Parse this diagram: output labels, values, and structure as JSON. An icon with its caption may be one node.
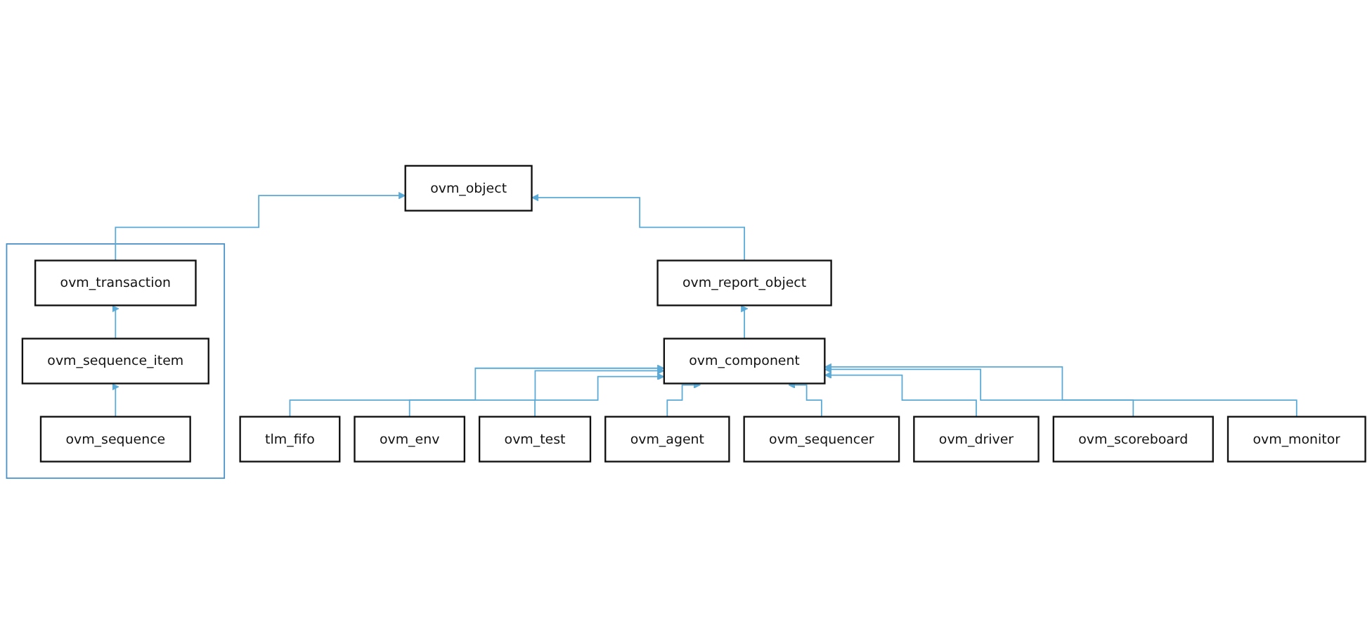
{
  "diagram": {
    "nodes": [
      {
        "text": [],
        "shape": "box"
      },
      {
        "text": [
          "ovm_transaction"
        ],
        "in": 0
      },
      {
        "text": [
          "ovm_sequence_item"
        ],
        "in": 0
      },
      {
        "text": [
          "ovm_sequence"
        ],
        "in": 0
      },
      {
        "text": [
          "ovm_object"
        ]
      },
      {
        "text": [
          "ovm_report_object"
        ]
      },
      {
        "text": [
          "tlm_fifo"
        ]
      },
      {
        "text": [
          "ovm_component"
        ]
      },
      {
        "text": [
          "ovm_env"
        ]
      },
      {
        "text": [
          "ovm_test"
        ]
      },
      {
        "text": [
          "ovm_agent"
        ]
      },
      {
        "text": [
          "ovm_sequencer"
        ]
      },
      {
        "text": [
          "ovm_driver"
        ]
      },
      {
        "text": [
          "ovm_scoreboard"
        ]
      },
      {
        "text": [
          "ovm_monitor"
        ]
      }
    ],
    "edges": [
      {
        "from": 1,
        "to": 4,
        "arrow": "to"
      },
      {
        "from": 2,
        "to": 1,
        "arrow": "to"
      },
      {
        "from": 3,
        "to": 2,
        "arrow": "to"
      },
      {
        "from": 5,
        "to": 4,
        "arrow": "to"
      },
      {
        "from": 7,
        "to": 5,
        "arrow": "to"
      },
      {
        "from": 6,
        "to": 7,
        "arrow": "to"
      },
      {
        "from": 8,
        "to": 7,
        "arrow": "to"
      },
      {
        "from": 9,
        "to": 7,
        "arrow": "to"
      },
      {
        "from": 10,
        "to": 7,
        "arrow": "to"
      },
      {
        "from": 11,
        "to": 7,
        "arrow": "to"
      },
      {
        "from": 12,
        "to": 7,
        "arrow": "to"
      },
      {
        "from": 13,
        "to": 7,
        "arrow": "to"
      },
      {
        "from": 14,
        "to": 7,
        "arrow": "to"
      }
    ]
  }
}
